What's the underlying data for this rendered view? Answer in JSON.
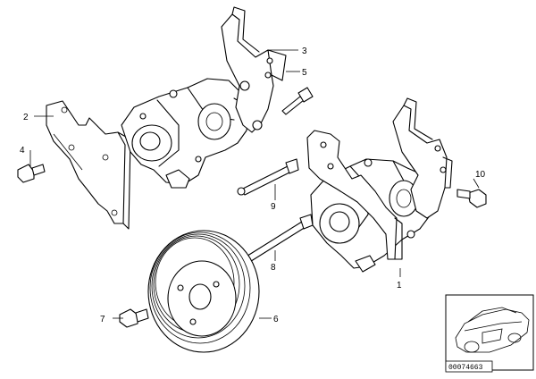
{
  "callouts": [
    {
      "id": "1",
      "label": "1"
    },
    {
      "id": "2",
      "label": "2"
    },
    {
      "id": "3",
      "label": "3"
    },
    {
      "id": "4",
      "label": "4"
    },
    {
      "id": "5",
      "label": "5"
    },
    {
      "id": "6",
      "label": "6"
    },
    {
      "id": "7",
      "label": "7"
    },
    {
      "id": "8",
      "label": "8"
    },
    {
      "id": "9",
      "label": "9"
    },
    {
      "id": "10",
      "label": "10"
    }
  ],
  "inset": {
    "reference_code": "00074663"
  }
}
